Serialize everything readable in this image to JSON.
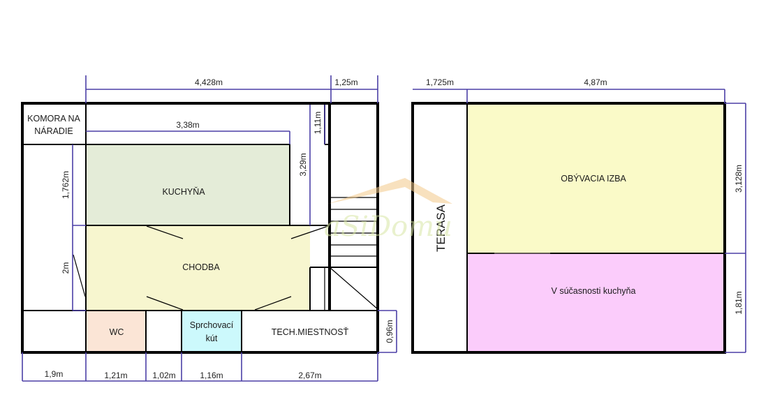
{
  "colors": {
    "kitchen": "#e4ecd8",
    "hallway": "#f7f6cf",
    "wc": "#fbe5d6",
    "shower": "#ccf9fc",
    "living": "#fafac8",
    "current_kitchen": "#fbccfb",
    "dimension_line": "#4b3fa6",
    "wall": "#000000",
    "watermark": "#f3c98a"
  },
  "watermark": {
    "text": "aSiDomu",
    "icon": "house-roof-icon"
  },
  "plan_left": {
    "rooms": {
      "storage": [
        "KOMORA NA",
        "NÁRADIE"
      ],
      "kitchen": "KUCHYŇA",
      "hallway": "CHODBA",
      "wc": "WC",
      "shower": [
        "Sprchovací",
        "kút"
      ],
      "tech_room": "TECH.MIESTNOSŤ"
    },
    "dimensions": {
      "top_width": "4,428m",
      "top_right": "1,25m",
      "kitchen_width": "3,38m",
      "kitchen_depth": "3,29m",
      "small_right": "1,11m",
      "left_upper": "1,762m",
      "left_lower": "2m",
      "right_tech": "0,96m",
      "bottom": [
        "1,9m",
        "1,21m",
        "1,02m",
        "1,16m",
        "2,67m"
      ]
    }
  },
  "plan_right": {
    "rooms": {
      "terrace": "TERASA",
      "living_room": "OBÝVACIA IZBA",
      "current_kitchen": "V súčasnosti kuchyňa"
    },
    "dimensions": {
      "top_left": "1,725m",
      "top_width": "4,87m",
      "right_upper": "3,128m",
      "right_lower": "1,81m"
    }
  }
}
